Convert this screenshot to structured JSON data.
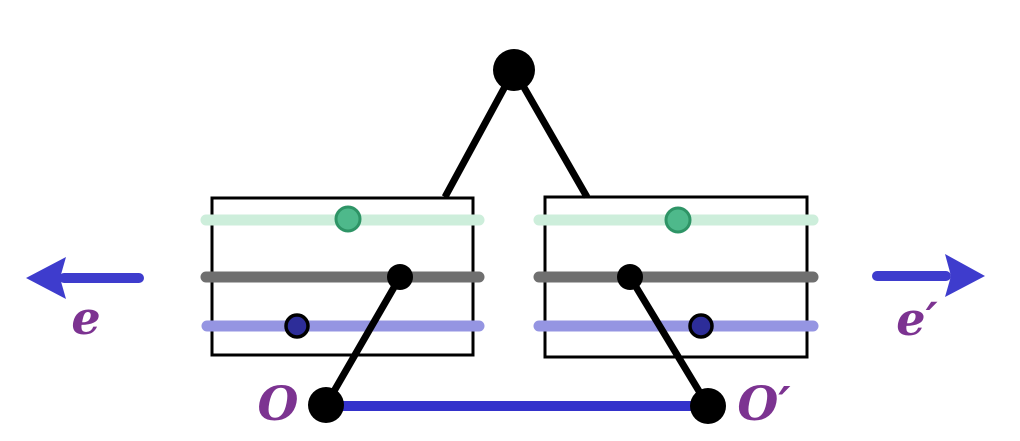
{
  "diagram": {
    "description": "Graph-of-spaces style diagram: an apex vertex joined to two boxes, each box containing three horizontal strands (mint, gray, lavender) with one marked point per strand (green, black, navy); black edges descend from the black strand-points to two basepoint vertices joined by a blue segment; blue direction arrows on either side.",
    "labels": {
      "e": "e",
      "e_prime": "e′",
      "o": "O",
      "o_prime": "O′"
    },
    "colors": {
      "black": "#000000",
      "box_border": "#000000",
      "arrow_blue": "#3e3ccd",
      "baseline_blue": "#3432cb",
      "mint_strand": "#cdeedb",
      "gray_strand": "#6f6f6f",
      "lavender_strand": "#9595e2",
      "green_point_fill": "#4eb98b",
      "green_point_stroke": "#2e9466",
      "navy_point_fill": "#2d2d99",
      "navy_point_stroke": "#000000",
      "label_purple": "#7c3391",
      "background": "#ffffff"
    },
    "structure": {
      "apex_nodes": 1,
      "boxes": [
        {
          "side": "left",
          "strands": [
            "mint",
            "gray",
            "lavender"
          ],
          "marked_points": [
            "green-on-mint",
            "black-on-gray",
            "navy-on-lavender"
          ],
          "basepoint_label": "O"
        },
        {
          "side": "right",
          "strands": [
            "mint",
            "gray",
            "lavender"
          ],
          "marked_points": [
            "green-on-mint",
            "black-on-gray",
            "navy-on-lavender"
          ],
          "basepoint_label": "O′"
        }
      ]
    }
  }
}
